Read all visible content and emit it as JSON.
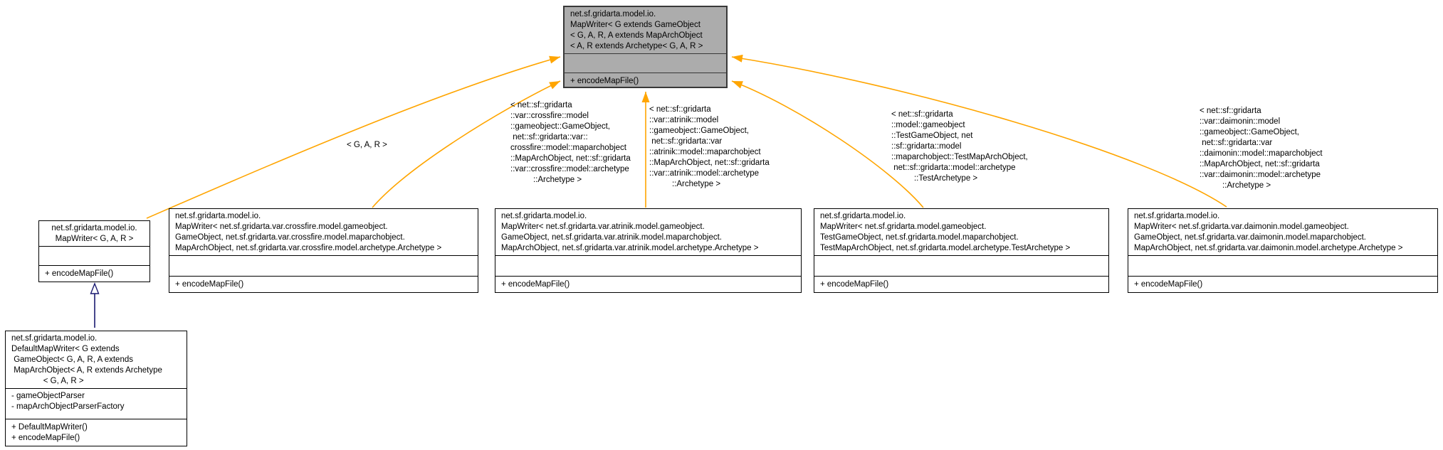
{
  "diagram": {
    "type": "uml-class-diagram",
    "colors": {
      "background": "#ffffff",
      "template_node_fill": "#acacac",
      "template_node_border": "#383838",
      "node_fill": "#ffffff",
      "node_border": "#000000",
      "template_edge": "#ffa500",
      "inheritance_edge": "#191970",
      "text": "#000000"
    },
    "classes": [
      {
        "id": "mapwriter-template",
        "title": "net.sf.gridarta.model.io.\nMapWriter< G extends GameObject\n< G, A, R, A extends MapArchObject\n< A, R extends Archetype< G, A, R >",
        "attributes": "",
        "methods": "+ encodeMapFile()"
      },
      {
        "id": "mapwriter-generic",
        "title": "net.sf.gridarta.model.io.\nMapWriter< G, A, R >",
        "attributes": "",
        "methods": "+ encodeMapFile()"
      },
      {
        "id": "mapwriter-crossfire",
        "title": "net.sf.gridarta.model.io.\nMapWriter< net.sf.gridarta.var.crossfire.model.gameobject.\nGameObject, net.sf.gridarta.var.crossfire.model.maparchobject.\nMapArchObject, net.sf.gridarta.var.crossfire.model.archetype.Archetype >",
        "attributes": "",
        "methods": "+ encodeMapFile()"
      },
      {
        "id": "mapwriter-atrinik",
        "title": "net.sf.gridarta.model.io.\nMapWriter< net.sf.gridarta.var.atrinik.model.gameobject.\nGameObject, net.sf.gridarta.var.atrinik.model.maparchobject.\nMapArchObject, net.sf.gridarta.var.atrinik.model.archetype.Archetype >",
        "attributes": "",
        "methods": "+ encodeMapFile()"
      },
      {
        "id": "mapwriter-test",
        "title": "net.sf.gridarta.model.io.\nMapWriter< net.sf.gridarta.model.gameobject.\nTestGameObject, net.sf.gridarta.model.maparchobject.\nTestMapArchObject, net.sf.gridarta.model.archetype.TestArchetype >",
        "attributes": "",
        "methods": "+ encodeMapFile()"
      },
      {
        "id": "mapwriter-daimonin",
        "title": "net.sf.gridarta.model.io.\nMapWriter< net.sf.gridarta.var.daimonin.model.gameobject.\nGameObject, net.sf.gridarta.var.daimonin.model.maparchobject.\nMapArchObject, net.sf.gridarta.var.daimonin.model.archetype.Archetype >",
        "attributes": "",
        "methods": "+ encodeMapFile()"
      },
      {
        "id": "defaultmapwriter",
        "title": "net.sf.gridarta.model.io.\nDefaultMapWriter< G extends\n GameObject< G, A, R, A extends\n MapArchObject< A, R extends Archetype\n              < G, A, R >",
        "attributes": "- gameObjectParser\n- mapArchObjectParserFactory",
        "methods": "+ DefaultMapWriter()\n+ encodeMapFile()"
      }
    ],
    "edge_labels": [
      {
        "id": "generic",
        "text": "< G, A, R >"
      },
      {
        "id": "crossfire",
        "text": "< net::sf::gridarta\n::var::crossfire::model\n::gameobject::GameObject,\n net::sf::gridarta::var::\ncrossfire::model::maparchobject\n::MapArchObject, net::sf::gridarta\n::var::crossfire::model::archetype\n          ::Archetype >"
      },
      {
        "id": "atrinik",
        "text": "< net::sf::gridarta\n::var::atrinik::model\n::gameobject::GameObject,\n net::sf::gridarta::var\n::atrinik::model::maparchobject\n::MapArchObject, net::sf::gridarta\n::var::atrinik::model::archetype\n          ::Archetype >"
      },
      {
        "id": "test",
        "text": "< net::sf::gridarta\n::model::gameobject\n::TestGameObject, net\n::sf::gridarta::model\n::maparchobject::TestMapArchObject,\n net::sf::gridarta::model::archetype\n          ::TestArchetype >"
      },
      {
        "id": "daimonin",
        "text": "< net::sf::gridarta\n::var::daimonin::model\n::gameobject::GameObject,\n net::sf::gridarta::var\n::daimonin::model::maparchobject\n::MapArchObject, net::sf::gridarta\n::var::daimonin::model::archetype\n          ::Archetype >"
      }
    ]
  }
}
